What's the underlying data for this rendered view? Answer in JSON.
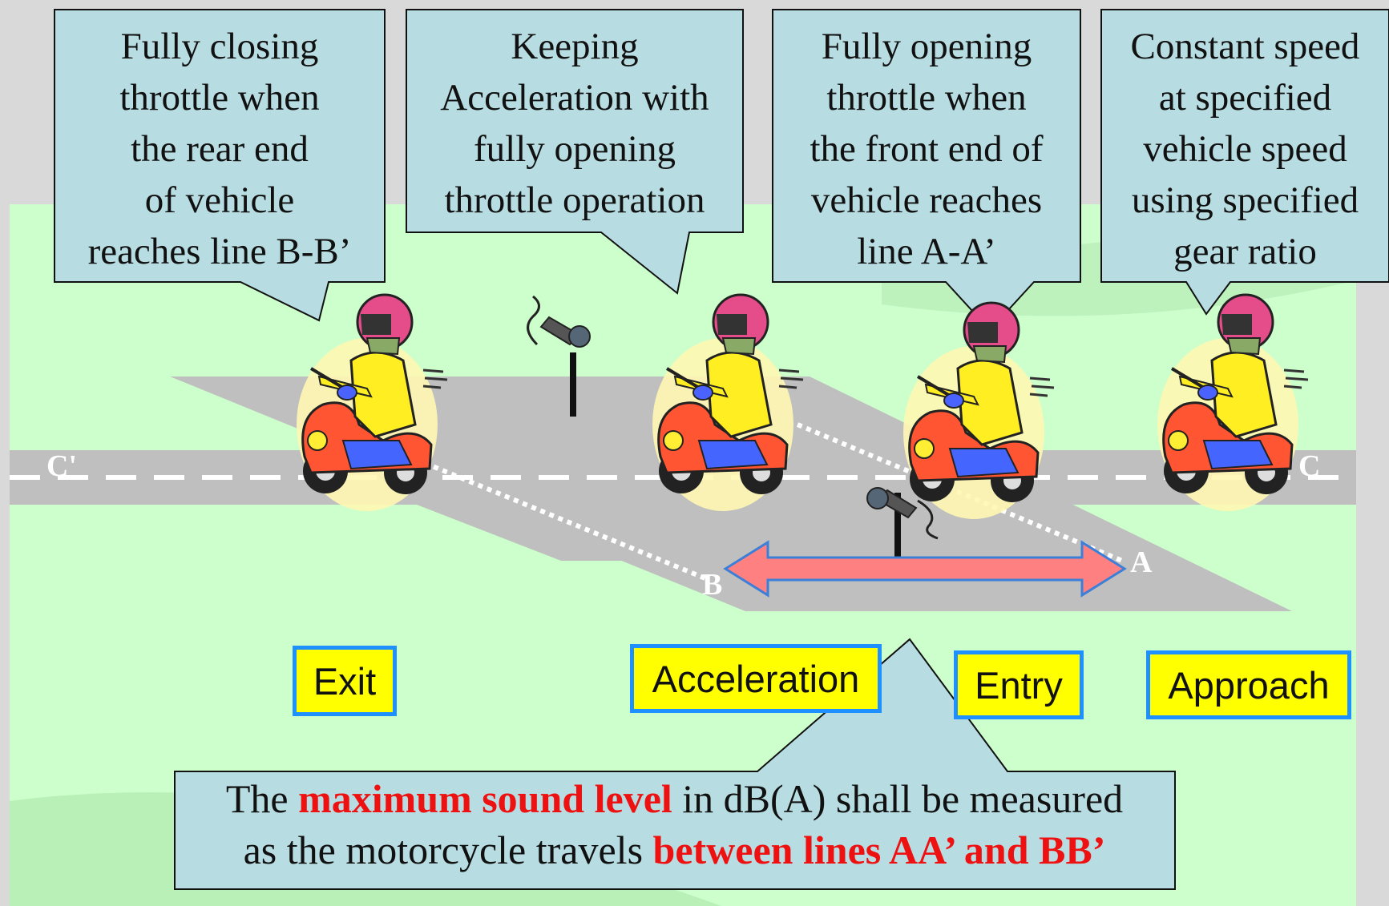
{
  "callouts": [
    {
      "lines": [
        "Fully closing",
        "throttle when",
        "the rear end",
        "of vehicle",
        "reaches line B-B’"
      ]
    },
    {
      "lines": [
        "Keeping",
        "Acceleration with",
        "fully opening",
        "throttle operation"
      ]
    },
    {
      "lines": [
        "Fully opening",
        "throttle when",
        "the front end of",
        "vehicle reaches",
        "line A-A’"
      ]
    },
    {
      "lines": [
        "Constant speed",
        "at specified",
        "vehicle speed",
        "using specified",
        "gear ratio"
      ]
    }
  ],
  "phases": {
    "exit": "Exit",
    "acceleration": "Acceleration",
    "entry": "Entry",
    "approach": "Approach"
  },
  "line_labels": {
    "c_prime": "C'",
    "c": "C",
    "a": "A",
    "b": "B"
  },
  "note": {
    "part1": "The ",
    "part2": "maximum sound level",
    "part3": " in dB(A) shall be measured",
    "part4": "as the motorcycle travels ",
    "part5": "between lines AA’ and BB’"
  },
  "colors": {
    "grass": "#ccffcc",
    "road": "#bfbfbf",
    "callout_fill": "#b7dde2",
    "label_fill": "#ffff00",
    "label_border": "#1e90ff",
    "arrow_fill": "#ff8080",
    "arrow_border": "#3b7fd9",
    "highlight_text": "#ee1111"
  },
  "icons": [
    "motorcycle-rider-icon",
    "microphone-icon",
    "double-arrow-icon"
  ]
}
